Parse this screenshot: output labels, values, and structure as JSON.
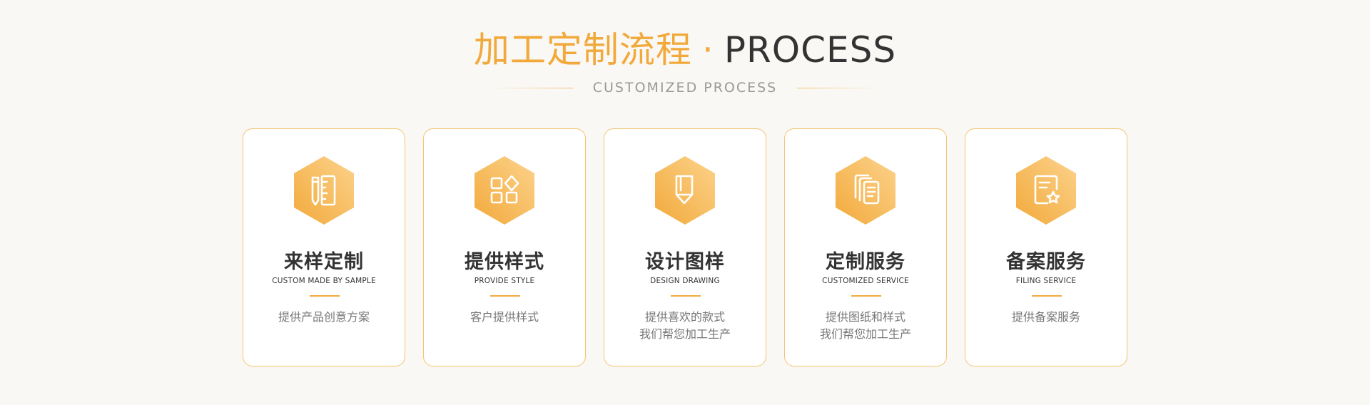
{
  "header": {
    "title_cn": "加工定制流程",
    "title_dot": "·",
    "title_en": "PROCESS",
    "subtitle": "CUSTOMIZED PROCESS"
  },
  "colors": {
    "accent": "#f2a93b",
    "accent_light": "#fcd38c",
    "card_border": "#f4c46f",
    "background": "#f9f8f5",
    "text_dark": "#333333",
    "text_muted": "#777777"
  },
  "steps": [
    {
      "icon": "ruler-pencil-icon",
      "title": "来样定制",
      "subtitle": "CUSTOM MADE BY SAMPLE",
      "desc_lines": [
        "提供产品创意方案",
        ""
      ]
    },
    {
      "icon": "shapes-grid-icon",
      "title": "提供样式",
      "subtitle": "PROVIDE STYLE",
      "desc_lines": [
        "客户提供样式",
        ""
      ]
    },
    {
      "icon": "marker-pen-icon",
      "title": "设计图样",
      "subtitle": "DESIGN DRAWING",
      "desc_lines": [
        "提供喜欢的款式",
        "我们帮您加工生产"
      ]
    },
    {
      "icon": "documents-icon",
      "title": "定制服务",
      "subtitle": "CUSTOMIZED SERVICE",
      "desc_lines": [
        "提供图纸和样式",
        "我们帮您加工生产"
      ]
    },
    {
      "icon": "certificate-star-icon",
      "title": "备案服务",
      "subtitle": "FILING SERVICE",
      "desc_lines": [
        "提供备案服务",
        ""
      ]
    }
  ]
}
